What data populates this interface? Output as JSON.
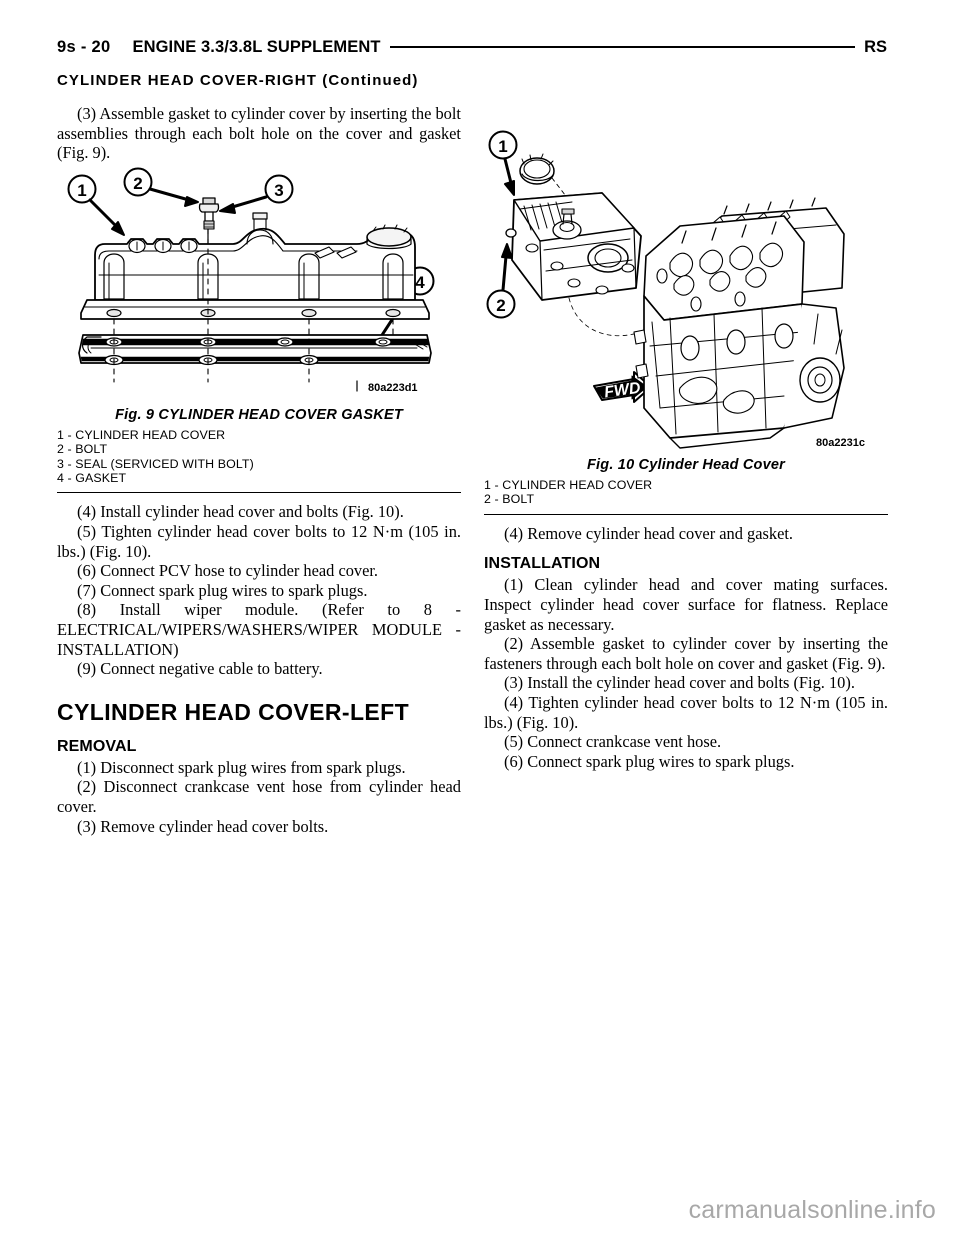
{
  "header": {
    "page_number": "9s - 20",
    "title": "ENGINE 3.3/3.8L SUPPLEMENT",
    "book_code": "RS",
    "continued": "CYLINDER HEAD COVER-RIGHT (Continued)"
  },
  "left_column": {
    "para_3": "(3) Assemble gasket to cylinder cover by inserting the bolt assemblies through each bolt hole on the cover and gasket (Fig. 9).",
    "figure9": {
      "caption": "Fig. 9 CYLINDER HEAD COVER GASKET",
      "art_id": "80a223d1",
      "callouts": [
        "1",
        "2",
        "3",
        "4"
      ],
      "legend": [
        "1 - CYLINDER HEAD COVER",
        "2 - BOLT",
        "3 - SEAL (SERVICED WITH BOLT)",
        "4 - GASKET"
      ]
    },
    "para_4": "(4) Install cylinder head cover and bolts (Fig. 10).",
    "para_5": "(5) Tighten cylinder head cover bolts to 12 N·m (105 in. lbs.) (Fig. 10).",
    "para_6": "(6) Connect PCV hose to cylinder head cover.",
    "para_7": "(7) Connect spark plug wires to spark plugs.",
    "para_8": "(8) Install wiper module. (Refer to 8 - ELECTRICAL/WIPERS/WASHERS/WIPER MODULE - INSTALLATION)",
    "para_9": "(9) Connect negative cable to battery.",
    "section_title": "CYLINDER HEAD COVER-LEFT",
    "removal_title": "REMOVAL",
    "removal_1": "(1) Disconnect spark plug wires from spark plugs.",
    "removal_2": "(2) Disconnect crankcase vent hose from cylinder head cover.",
    "removal_3": "(3) Remove cylinder head cover bolts."
  },
  "right_column": {
    "figure10": {
      "caption": "Fig. 10 Cylinder Head Cover",
      "art_id": "80a2231c",
      "callouts": [
        "1",
        "2"
      ],
      "direction_marker": "FWD",
      "legend": [
        "1 - CYLINDER HEAD COVER",
        "2 - BOLT"
      ]
    },
    "removal_4": "(4) Remove cylinder head cover and gasket.",
    "installation_title": "INSTALLATION",
    "install_1": "(1) Clean cylinder head and cover mating surfaces. Inspect cylinder head cover surface for flatness. Replace gasket as necessary.",
    "install_2": "(2) Assemble gasket to cylinder cover by inserting the fasteners through each bolt hole on cover and gasket (Fig. 9).",
    "install_3": "(3) Install the cylinder head cover and bolts (Fig. 10).",
    "install_4": "(4) Tighten cylinder head cover bolts to 12 N·m (105 in. lbs.) (Fig. 10).",
    "install_5": "(5) Connect crankcase vent hose.",
    "install_6": "(6) Connect spark plug wires to spark plugs."
  },
  "footer": {
    "watermark": "carmanualsonline.info"
  }
}
